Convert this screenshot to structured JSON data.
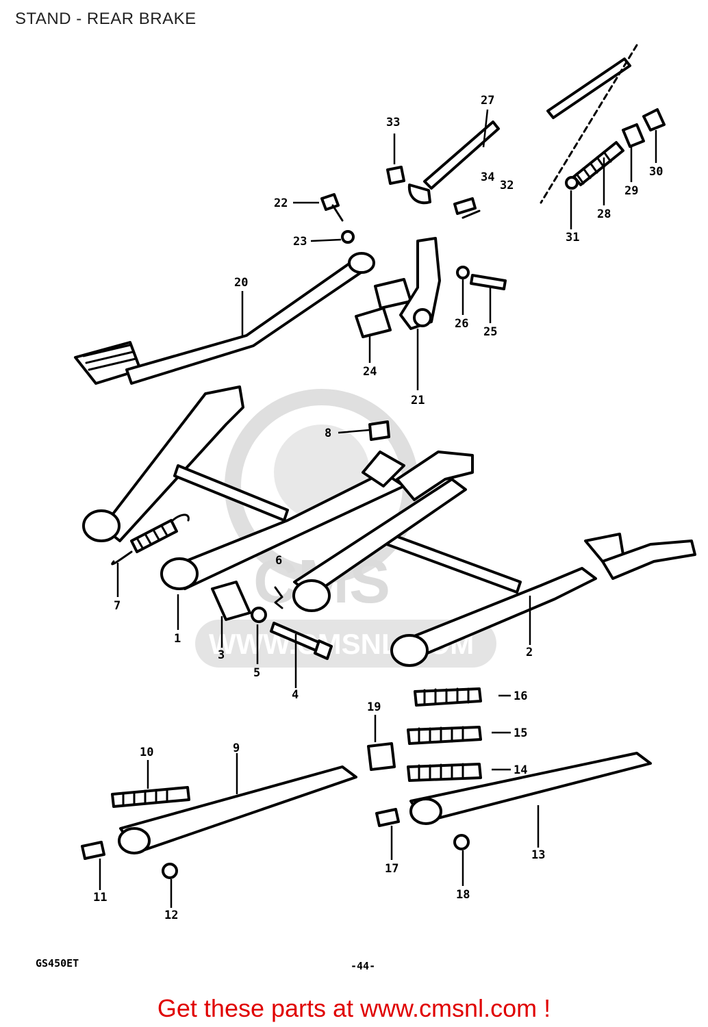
{
  "title": "STAND - REAR BRAKE",
  "watermark": {
    "brand": "CMS",
    "url": "WWW.CMSNL.COM"
  },
  "footer": {
    "model_code": "GS450ET",
    "page_number": "-44-"
  },
  "cta": "Get these parts at www.cmsnl.com !",
  "colors": {
    "cta": "#e00000",
    "line": "#000000",
    "watermark": "#d8d8d8"
  },
  "callouts": [
    "1",
    "2",
    "3",
    "4",
    "5",
    "6",
    "7",
    "8",
    "9",
    "10",
    "11",
    "12",
    "13",
    "14",
    "15",
    "16",
    "17",
    "18",
    "19",
    "20",
    "21",
    "22",
    "23",
    "24",
    "25",
    "26",
    "27",
    "28",
    "29",
    "30",
    "31",
    "32",
    "33",
    "34"
  ]
}
